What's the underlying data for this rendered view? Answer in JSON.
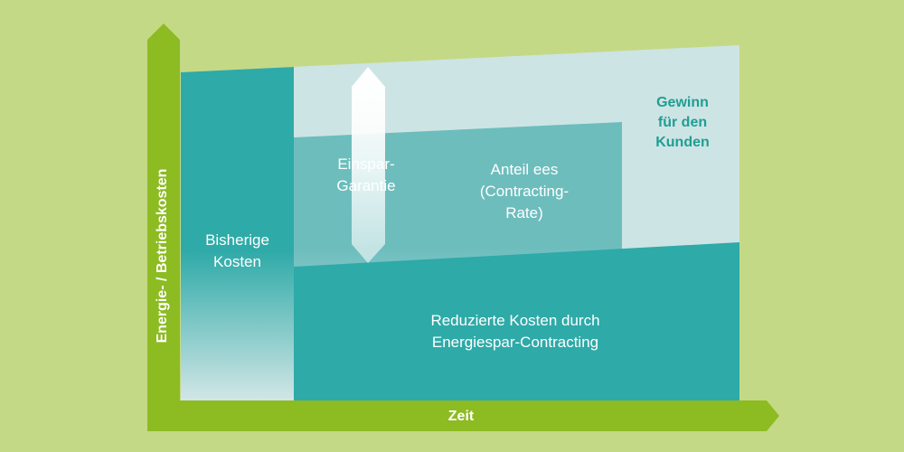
{
  "axes": {
    "y_label": "Energie- / Betriebskosten",
    "x_label": "Zeit"
  },
  "regions": {
    "bisherige_kosten": [
      "Bisherige",
      "Kosten"
    ],
    "einspar_garantie": [
      "Einspar-",
      "Garantie"
    ],
    "anteil_ees": [
      "Anteil ees",
      "(Contracting-",
      "Rate)"
    ],
    "reduzierte_kosten": [
      "Reduzierte Kosten durch",
      "Energiespar-Contracting"
    ],
    "gewinn": [
      "Gewinn",
      "für den",
      "Kunden"
    ]
  },
  "colors": {
    "background": "#c4d985",
    "axis": "#8dbb22",
    "teal": "#2eaaa8",
    "teal_light": "#6dbdbd",
    "pale": "#cde4e4",
    "gewinn_text": "#1f9e93"
  }
}
